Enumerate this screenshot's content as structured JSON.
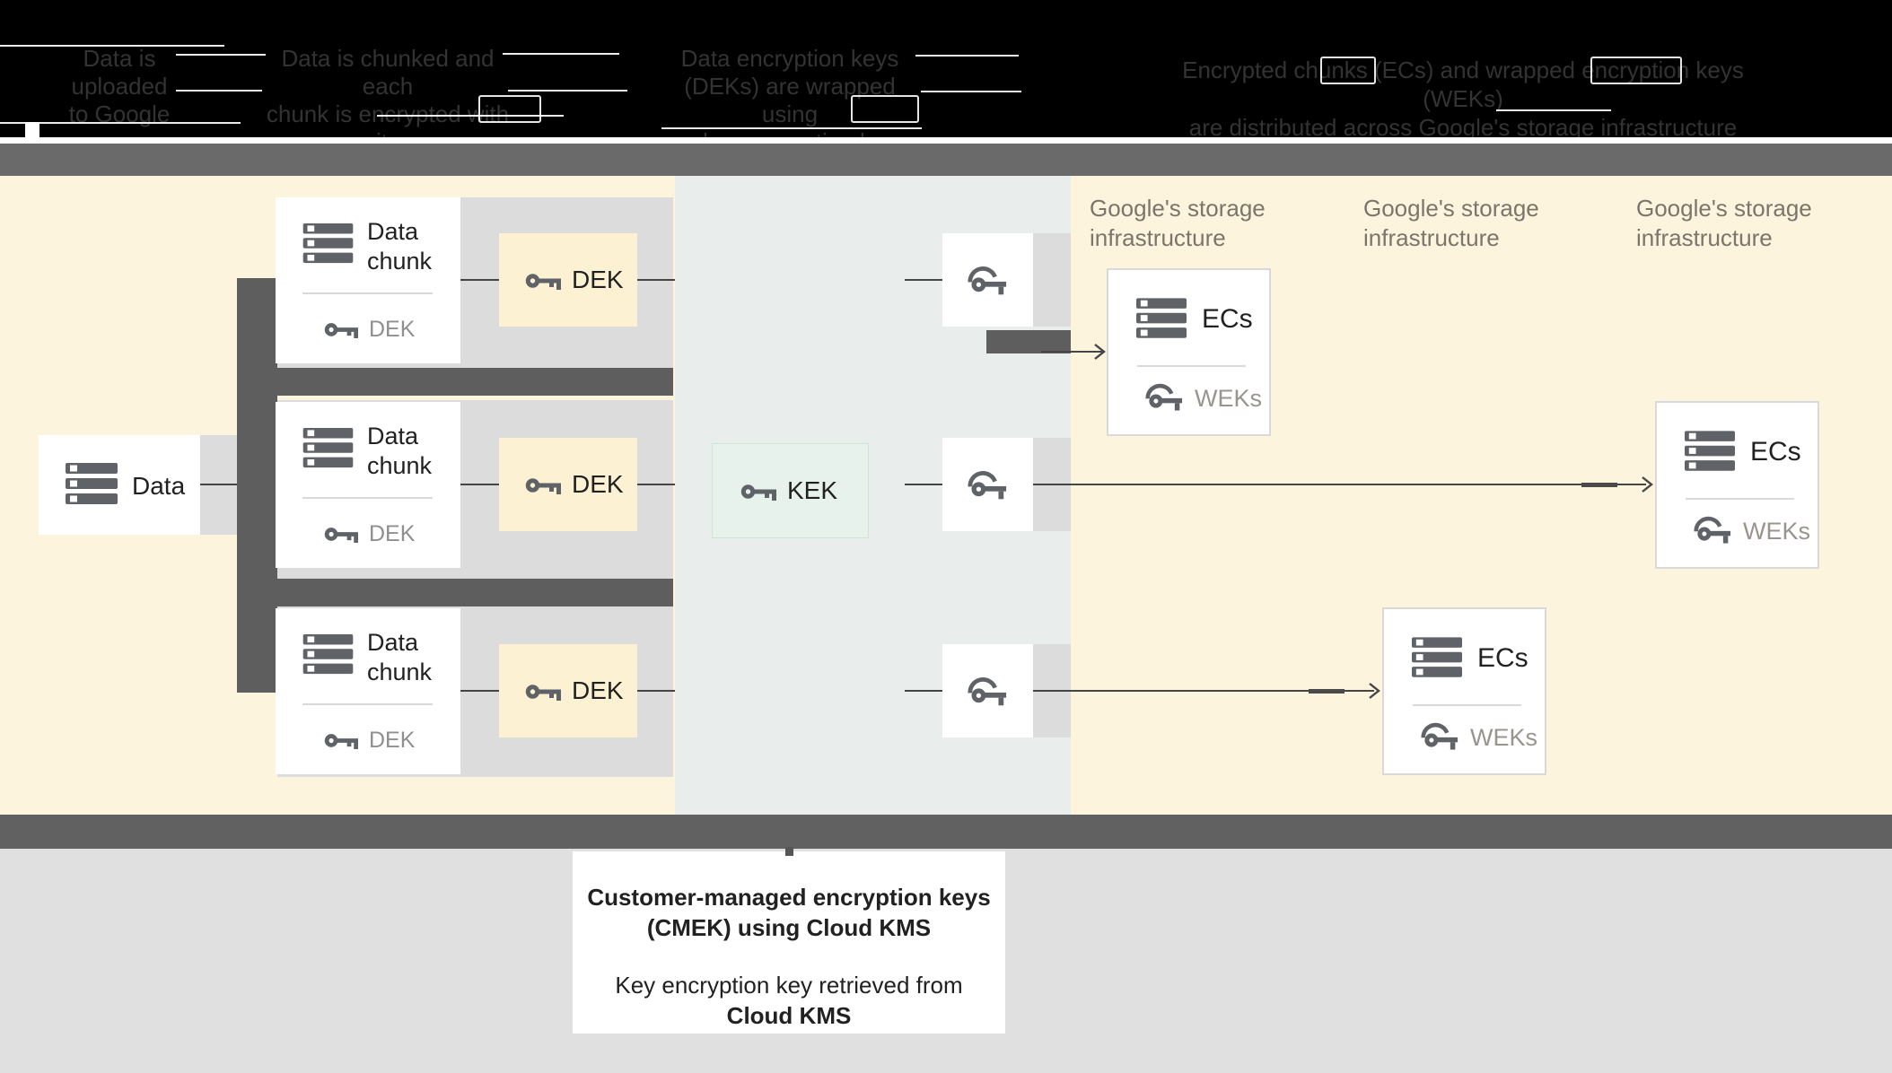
{
  "header": {
    "steps": [
      {
        "lines": [
          "Data is",
          "uploaded",
          "to Google"
        ]
      },
      {
        "lines": [
          "Data is chunked and each",
          "chunk is encrypted with its",
          "own data encryption key (DEK)"
        ]
      },
      {
        "lines": [
          "Data encryption keys",
          "(DEKs) are wrapped using",
          "a key encryption key (KEK)"
        ]
      },
      {
        "lines": [
          "Encrypted chunks (ECs) and wrapped encryption keys (WEKs)",
          "are distributed across Google's storage infrastructure"
        ]
      }
    ]
  },
  "left": {
    "data_box": {
      "label": "Data"
    },
    "chunks": [
      {
        "title_line1": "Data",
        "title_line2": "chunk",
        "key_label": "DEK"
      },
      {
        "title_line1": "Data",
        "title_line2": "chunk",
        "key_label": "DEK"
      },
      {
        "title_line1": "Data",
        "title_line2": "chunk",
        "key_label": "DEK"
      }
    ],
    "dek_boxes": [
      {
        "label": "DEK"
      },
      {
        "label": "DEK"
      },
      {
        "label": "DEK"
      }
    ]
  },
  "middle": {
    "kek_box": {
      "label": "KEK"
    }
  },
  "right": {
    "storage_labels": [
      {
        "line1": "Google's storage",
        "line2": "infrastructure"
      },
      {
        "line1": "Google's storage",
        "line2": "infrastructure"
      },
      {
        "line1": "Google's storage",
        "line2": "infrastructure"
      }
    ],
    "ecs_boxes": [
      {
        "label": "ECs",
        "key_label": "WEKs"
      },
      {
        "label": "ECs",
        "key_label": "WEKs"
      },
      {
        "label": "ECs",
        "key_label": "WEKs"
      }
    ]
  },
  "caption": {
    "title_line1": "Customer-managed encryption keys",
    "title_line2": "(CMEK) using Cloud KMS",
    "body_line1": "Key encryption key retrieved from",
    "body_line2": "Cloud KMS"
  },
  "colors": {
    "panel_yellow": "#fcf4dc",
    "panel_gray": "#e9edec",
    "dek_box_yellow": "#fcf1d2",
    "kek_box_green": "#e7f2ec",
    "connector_dark": "#5e5e5e",
    "strip_gray": "#dcdcdc",
    "icon_gray": "#5f6368",
    "band_gray": "#616161",
    "header_black": "#000000"
  }
}
